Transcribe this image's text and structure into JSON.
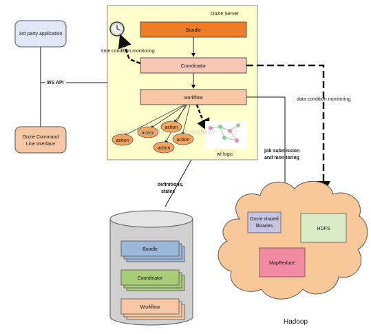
{
  "colors": {
    "server_bg": "#ffffcc",
    "bundle": "#ee7d2a",
    "coordinator": "#f8c8b4",
    "workflow": "#f8c8a4",
    "action": "#f4a460",
    "third_party": "#e0e8f8",
    "cli": "#f8c8a4",
    "hadoop_cloud": "#f8c898",
    "hdfs": "#d8ecc4",
    "mapreduce": "#f48aa0",
    "shared_libs": "#c8c4e4",
    "db_bundle": "#9cb8d8",
    "db_coordinator": "#a8cc78",
    "db_workflow": "#f8c8a4"
  },
  "icons": {
    "clock": "clock-icon",
    "wf_logic": "wf-logic-graph-icon"
  },
  "diagram": {
    "server_title": "Oozie Server",
    "bundle": "Bundle",
    "coordinator": "Coordinator",
    "workflow": "workflow",
    "actions": [
      "action",
      "action",
      "action",
      "action",
      "action"
    ],
    "wf_logic": "wf logic",
    "time_condition": "time condition monitoring",
    "third_party": "3rd party application",
    "ws_api": "WS API",
    "cli_line1": "Oozie Command",
    "cli_line2": "Line Interface",
    "data_condition": "data condition monitoring",
    "job_submission_line1": "job submission",
    "job_submission_line2": "and monitoring",
    "definitions_line1": "definitions,",
    "definitions_line2": "states",
    "db_bundle": "Bundle",
    "db_coordinator": "Coordinator",
    "db_workflow": "Workflow",
    "shared_libs_line1": "Oozie shared",
    "shared_libs_line2": "libraries",
    "hdfs": "HDFS",
    "mapreduce": "MapReduce",
    "hadoop": "Hadoop",
    "watermark": "http://blog.csdn.net/erghsraitbow"
  }
}
